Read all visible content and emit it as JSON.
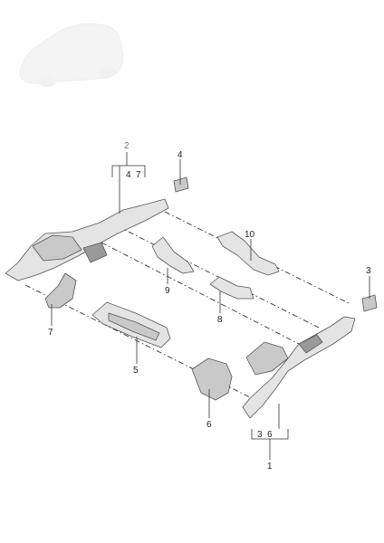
{
  "callouts": {
    "c1": "1",
    "c2": "2",
    "c3": "3",
    "c4": "4",
    "c5": "5",
    "c6": "6",
    "c7": "7",
    "c8": "8",
    "c9": "9",
    "c10": "10",
    "group2": {
      "a": "4",
      "b": "7"
    },
    "group1": {
      "a": "3",
      "b": "6"
    }
  },
  "colors": {
    "part_fill_light": "#e4e4e4",
    "part_fill_mid": "#c9c9c9",
    "part_fill_dark": "#9a9a9a",
    "line": "#333333",
    "thumbnail": "#ececec"
  },
  "icons": {
    "thumbnail": "car-silhouette-icon"
  }
}
